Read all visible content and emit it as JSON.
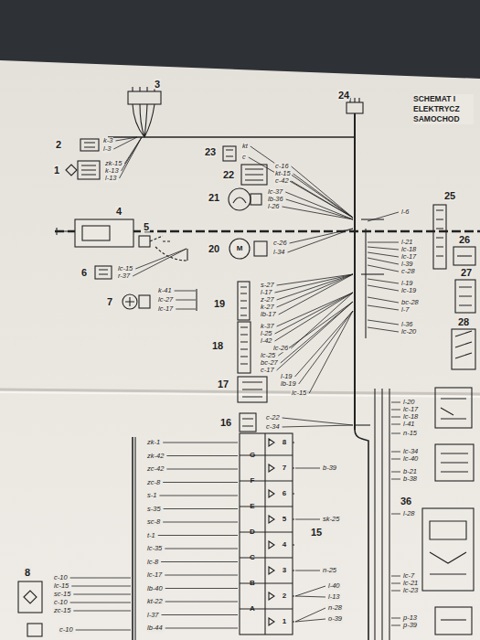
{
  "diagram": {
    "title": "SCHEMAT I ELEKTRYCZ SAMOCHOD",
    "labels": [
      "3",
      "24",
      "2",
      "1",
      "23",
      "22",
      "21",
      "25",
      "4",
      "5",
      "20",
      "26",
      "6",
      "7",
      "19",
      "18",
      "27",
      "28",
      "17",
      "16",
      "15",
      "8",
      "36",
      "M",
      "k-3",
      "l-3",
      "zk-15",
      "k-13",
      "l-13",
      "kt",
      "c",
      "c-16",
      "kt-15",
      "c-42",
      "lc-37",
      "lb-36",
      "l-26",
      "c-26",
      "l-34",
      "lc-15",
      "r-37",
      "k-41",
      "lc-27",
      "lc-17",
      "s-27",
      "l-17",
      "z-27",
      "k-27",
      "lb-17",
      "k-37",
      "l-25",
      "l-42",
      "lc-26",
      "lc-25",
      "bc-27",
      "c-17",
      "l-19",
      "lb-19",
      "lc-15",
      "c-22",
      "c-34",
      "zk-1",
      "zk-42",
      "zc-42",
      "zc-8",
      "s-1",
      "s-35",
      "sc-8",
      "t-1",
      "lc-35",
      "lc-8",
      "lc-17",
      "lb-40",
      "kt-22",
      "l-37",
      "lb-44",
      "G",
      "F",
      "E",
      "D",
      "C",
      "B",
      "A",
      "8",
      "7",
      "6",
      "5",
      "4",
      "3",
      "2",
      "1",
      "b-39",
      "sk-25",
      "n-25",
      "l-40",
      "l-13",
      "n-28",
      "o-39",
      "c-10",
      "lc-15",
      "sc-15",
      "c-10",
      "zc-15",
      "c-10",
      "l-6",
      "l-21",
      "lc-18",
      "lc-17",
      "l-39",
      "c-28",
      "l-19",
      "lc-19",
      "bc-28",
      "l-7",
      "l-36",
      "lc-20",
      "l-20",
      "lc-17",
      "lc-18",
      "l-41",
      "n-15",
      "lc-34",
      "lc-40",
      "b-21",
      "b-38",
      "l-28",
      "lc-7",
      "lc-21",
      "lc-23",
      "p-13",
      "p-39"
    ]
  }
}
